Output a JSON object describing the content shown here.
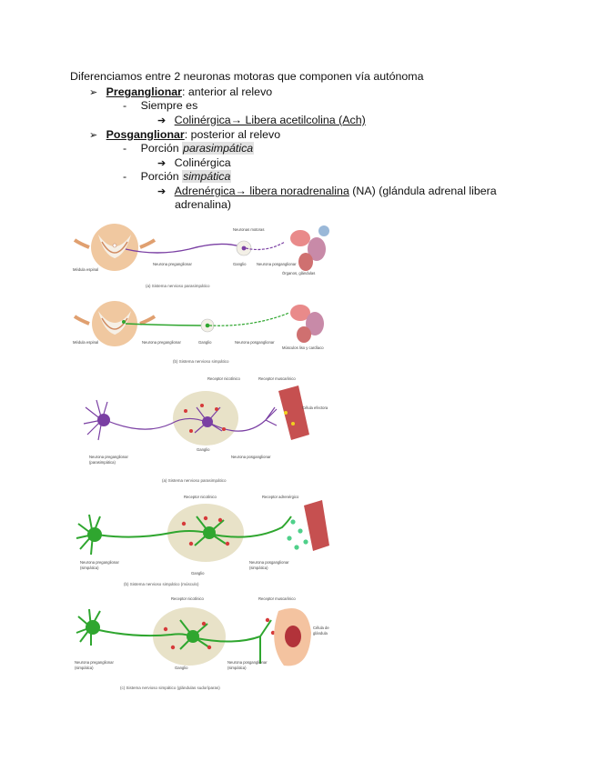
{
  "intro": "Diferenciamos entre 2 neuronas motoras que componen vía autónoma",
  "bullets": {
    "arrow": "➢",
    "dash": "-",
    "subarrow": "➔"
  },
  "items": [
    {
      "term": "Preganglionar",
      "rest": ": anterior al relevo",
      "sub": [
        {
          "label": "Siempre es",
          "detail_link": "Colinérgica→ Libera acetilcolina (Ach)"
        }
      ]
    },
    {
      "term": "Posganglionar",
      "rest": ": posterior al relevo",
      "sub": [
        {
          "label_prefix": "Porción ",
          "label_highlight": "parasimpática",
          "detail_plain": "Colinérgica"
        },
        {
          "label_prefix": "Porción ",
          "label_highlight": "simpática",
          "detail_link": "Adrenérgica→ libera noradrenalina",
          "detail_tail": " (NA) (glándula adrenal libera",
          "detail_line2": "adrenalina)"
        }
      ]
    }
  ],
  "colors": {
    "parasympathetic_neuron": "#7a3fa3",
    "sympathetic_neuron": "#2fa62f",
    "ganglion": "#e8e2c8",
    "receptor_red": "#d63a3a",
    "receptor_yellow": "#f0d020",
    "spinal_cord": "#e8b48a",
    "muscle": "#c65050"
  },
  "figures": [
    {
      "name": "figure-parasympathetic-schematic",
      "icon": "spinal-cord-diagram-icon"
    },
    {
      "name": "figure-sympathetic-schematic",
      "icon": "spinal-cord-diagram-icon"
    },
    {
      "name": "figure-parasympathetic-neurons",
      "icon": "neuron-diagram-icon"
    },
    {
      "name": "figure-sympathetic-neurons-muscle",
      "icon": "neuron-diagram-icon"
    },
    {
      "name": "figure-sympathetic-neurons-gland",
      "icon": "neuron-diagram-icon"
    }
  ]
}
